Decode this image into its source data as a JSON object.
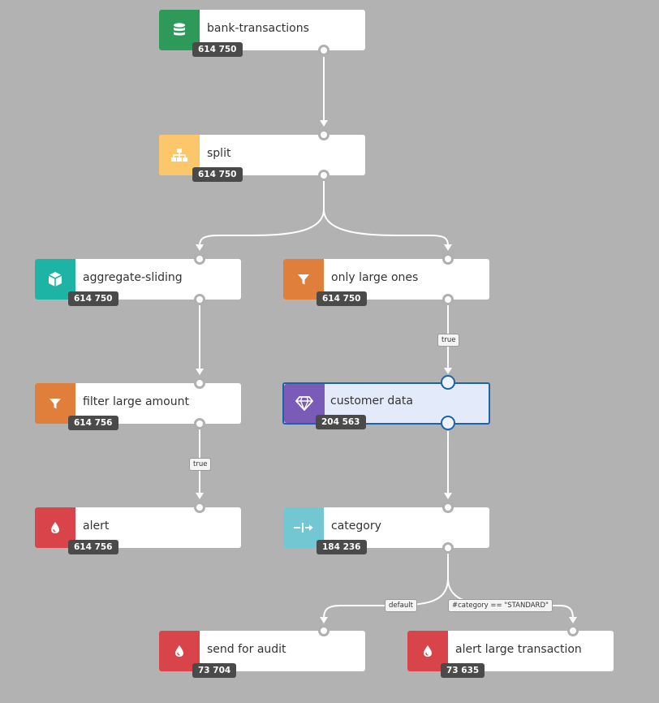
{
  "colors": {
    "source": "#2e9a5a",
    "split": "#fcc76b",
    "aggregate": "#1db3a5",
    "filter": "#e07f3c",
    "enricher": "#7a5bb8",
    "switch": "#72c7d3",
    "sink": "#d9444b",
    "selection": "#1d63a8"
  },
  "nodes": [
    {
      "id": "bank-transactions",
      "label": "bank-transactions",
      "count": "614 750",
      "icon": "database-icon",
      "kind": "source"
    },
    {
      "id": "split",
      "label": "split",
      "count": "614 750",
      "icon": "sitemap-icon",
      "kind": "split"
    },
    {
      "id": "aggregate-sliding",
      "label": "aggregate-sliding",
      "count": "614 750",
      "icon": "cube-icon",
      "kind": "aggregate"
    },
    {
      "id": "only-large-ones",
      "label": "only large ones",
      "count": "614 750",
      "icon": "filter-icon",
      "kind": "filter"
    },
    {
      "id": "filter-large-amount",
      "label": "filter large amount",
      "count": "614 756",
      "icon": "filter-icon",
      "kind": "filter"
    },
    {
      "id": "customer-data",
      "label": "customer data",
      "count": "204 563",
      "icon": "diamond-icon",
      "kind": "enricher",
      "selected": true
    },
    {
      "id": "alert",
      "label": "alert",
      "count": "614 756",
      "icon": "drop-icon",
      "kind": "sink"
    },
    {
      "id": "category",
      "label": "category",
      "count": "184 236",
      "icon": "switch-arrow-icon",
      "kind": "switch"
    },
    {
      "id": "send-for-audit",
      "label": "send for audit",
      "count": "73 704",
      "icon": "drop-icon",
      "kind": "sink"
    },
    {
      "id": "alert-large-transaction",
      "label": "alert large transaction",
      "count": "73 635",
      "icon": "drop-icon",
      "kind": "sink"
    }
  ],
  "edge_labels": {
    "only_large_true": "true",
    "filter_large_true": "true",
    "category_default": "default",
    "category_standard": "#category == \"STANDARD\""
  }
}
